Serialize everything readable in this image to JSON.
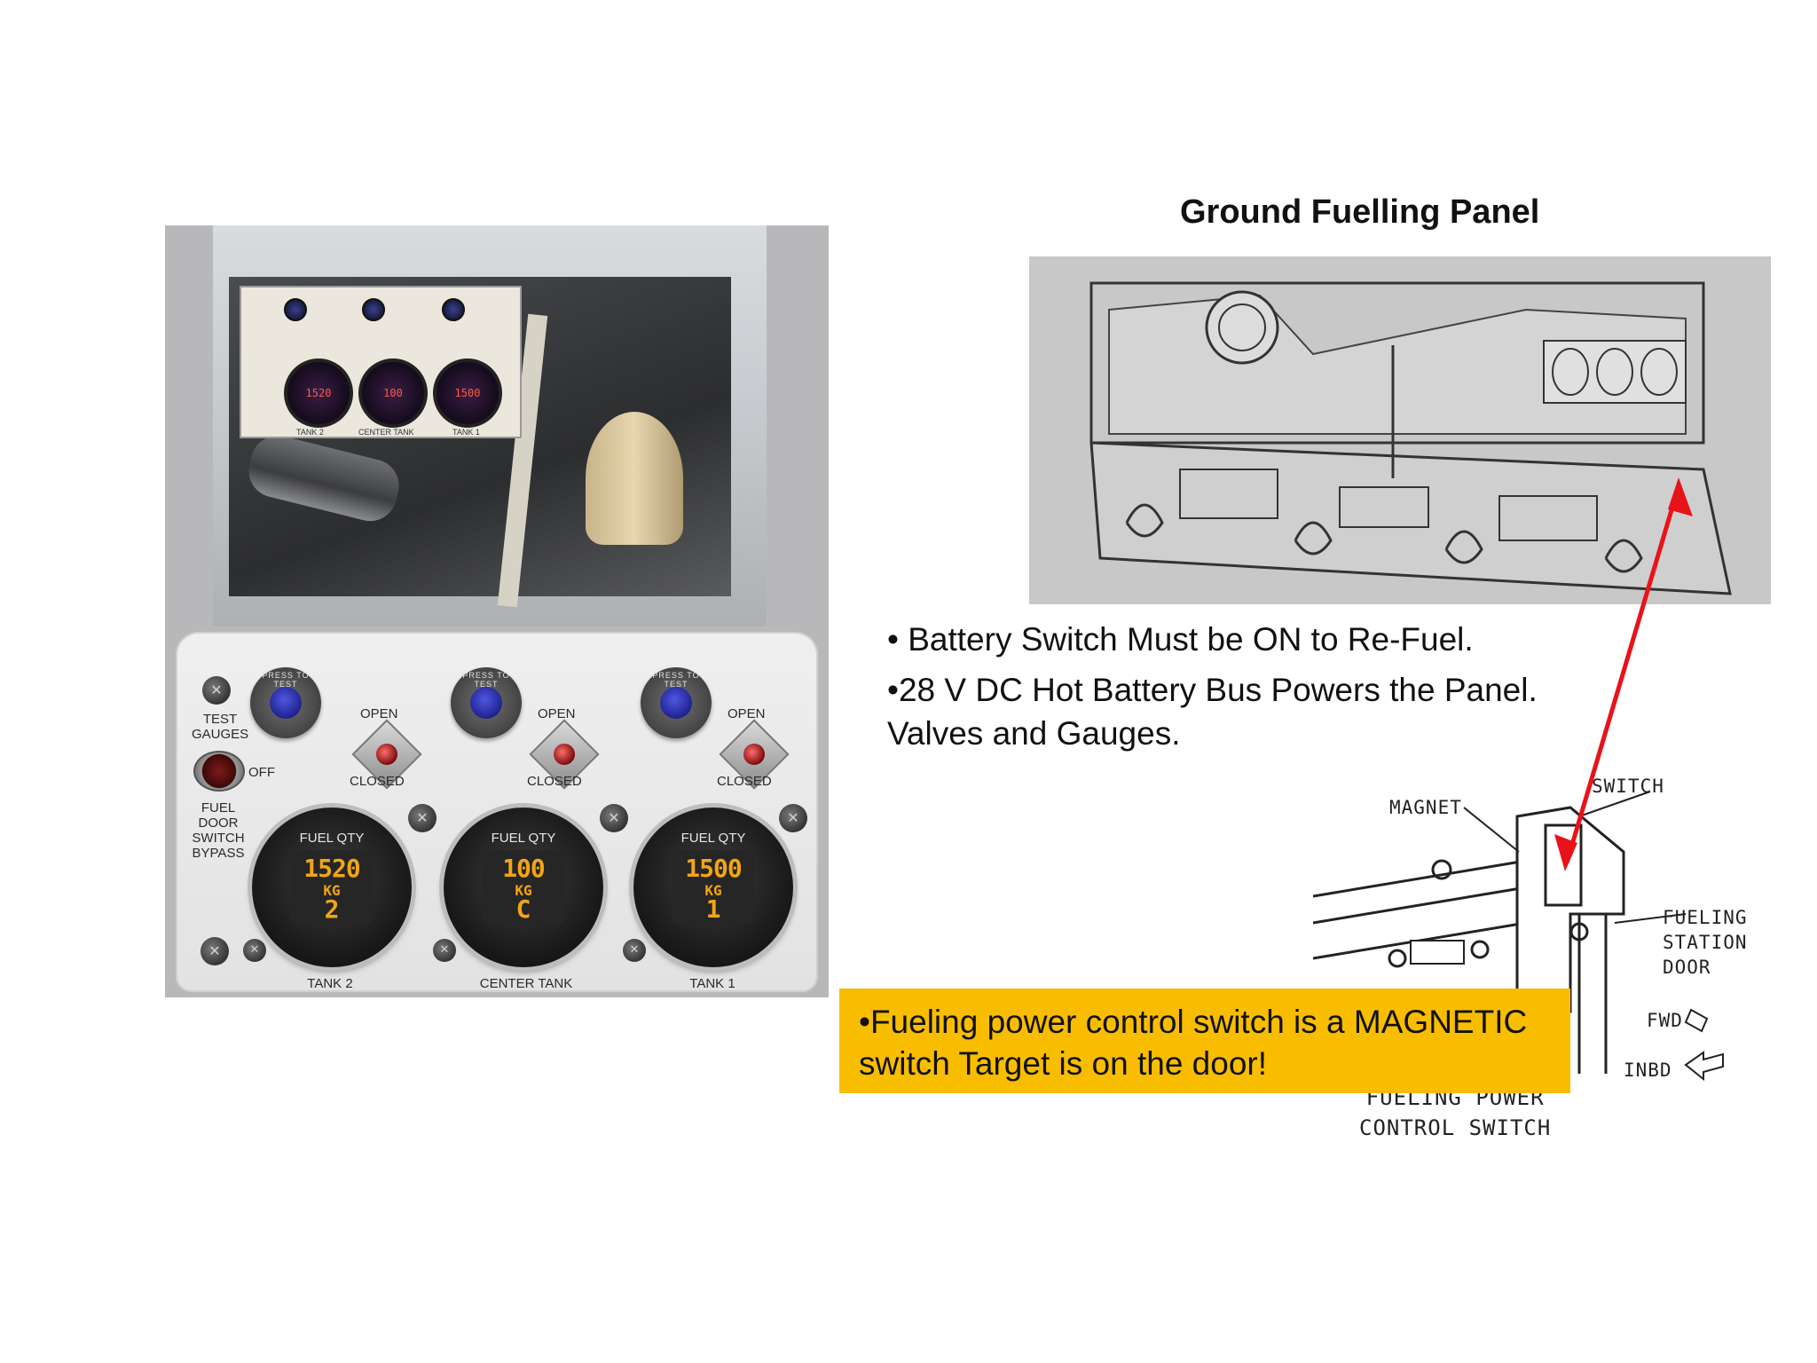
{
  "slide": {
    "title": "Ground Fuelling Panel",
    "bullets": [
      "• Battery Switch Must be ON to Re-Fuel.",
      "•28 V DC Hot Battery Bus Powers the Panel. Valves and Gauges."
    ],
    "callout": "•Fueling power control switch is a MAGNETIC switch Target is on the door!"
  },
  "panel": {
    "test_gauges_label": "TEST\nGAUGES",
    "off_label": "OFF",
    "bypass_label": "FUEL\nDOOR\nSWITCH\nBYPASS",
    "test_button_text": "PRESS TO TEST",
    "open_label": "OPEN",
    "closed_label": "CLOSED",
    "gauges": [
      {
        "title": "FUEL QTY",
        "value": "1520",
        "unit": "KG",
        "tank_code": "2",
        "tank_name": "TANK 2"
      },
      {
        "title": "FUEL QTY",
        "value": "100",
        "unit": "KG",
        "tank_code": "C",
        "tank_name": "CENTER TANK"
      },
      {
        "title": "FUEL QTY",
        "value": "1500",
        "unit": "KG",
        "tank_code": "1",
        "tank_name": "TANK 1"
      }
    ]
  },
  "diagram": {
    "magnet_label": "MAGNET",
    "switch_label": "SWITCH",
    "door_label": "FUELING\nSTATION\nDOOR",
    "fwd_label": "FWD",
    "inbd_label": "INBD",
    "control_switch_label": "FUELING POWER\nCONTROL SWITCH"
  },
  "colors": {
    "callout_bg": "#f9bd00",
    "arrow": "#e8131a",
    "gauge_digits": "#f2a516",
    "test_button": "#2b30c4"
  }
}
